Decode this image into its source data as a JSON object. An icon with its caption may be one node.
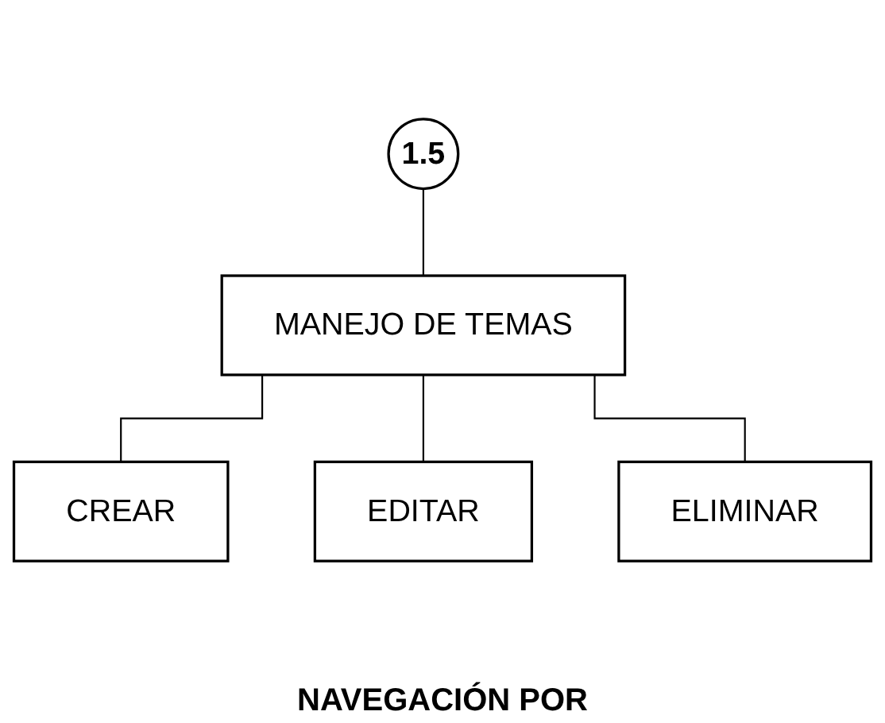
{
  "diagram": {
    "nodes": [
      {
        "text": [
          "1.5"
        ]
      },
      {
        "text": [
          "MANEJO DE TEMAS"
        ]
      },
      {
        "text": [
          "CREAR"
        ]
      },
      {
        "text": [
          "EDITAR"
        ]
      },
      {
        "text": [
          "ELIMINAR"
        ]
      }
    ],
    "edges": [
      {
        "from": 0,
        "to": 1,
        "arrow": "none"
      },
      {
        "from": 1,
        "to": 2,
        "arrow": "none"
      },
      {
        "from": 1,
        "to": 3,
        "arrow": "none"
      },
      {
        "from": 1,
        "to": 4,
        "arrow": "none"
      }
    ],
    "labels": [
      "NAVEGACIÓN POR"
    ]
  }
}
